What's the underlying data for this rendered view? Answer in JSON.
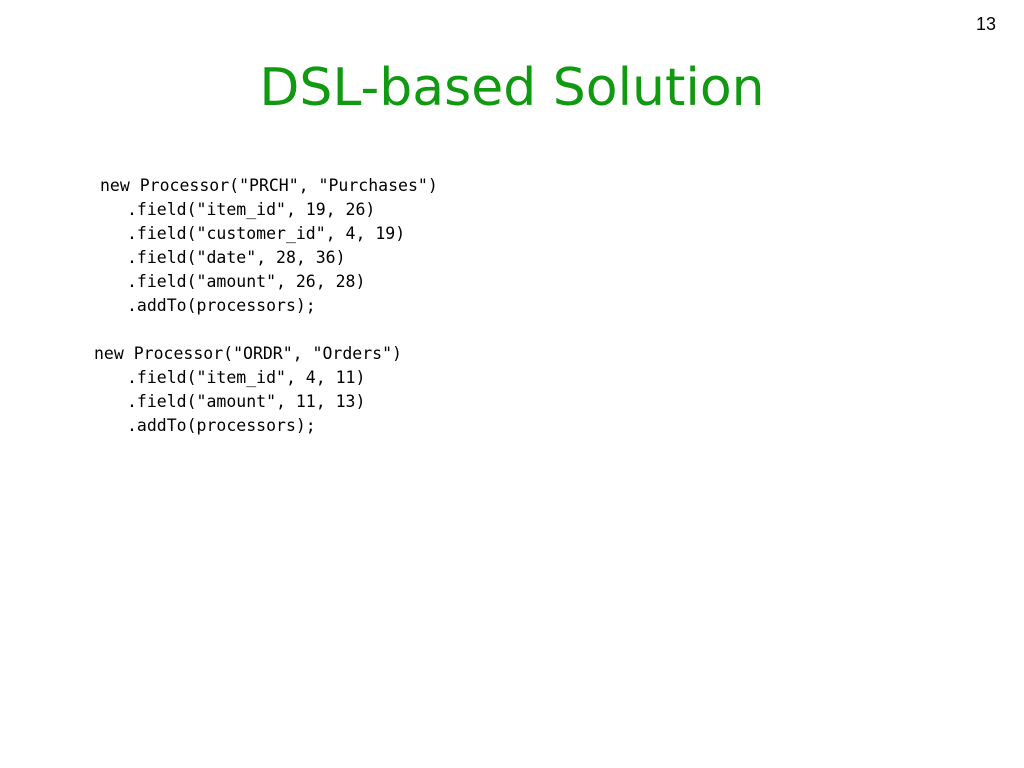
{
  "slide": {
    "number": "13",
    "title": "DSL-based Solution",
    "title_color": "#119911"
  },
  "code": {
    "block1": {
      "line1": "new Processor(\"PRCH\", \"Purchases\")",
      "line2": ".field(\"item_id\", 19, 26)",
      "line3": ".field(\"customer_id\", 4, 19)",
      "line4": ".field(\"date\", 28, 36)",
      "line5": ".field(\"amount\", 26, 28)",
      "line6": ".addTo(processors);"
    },
    "block2": {
      "line1": "new Processor(\"ORDR\", \"Orders\")",
      "line2": ".field(\"item_id\", 4, 11)",
      "line3": ".field(\"amount\", 11, 13)",
      "line4": ".addTo(processors);"
    }
  }
}
